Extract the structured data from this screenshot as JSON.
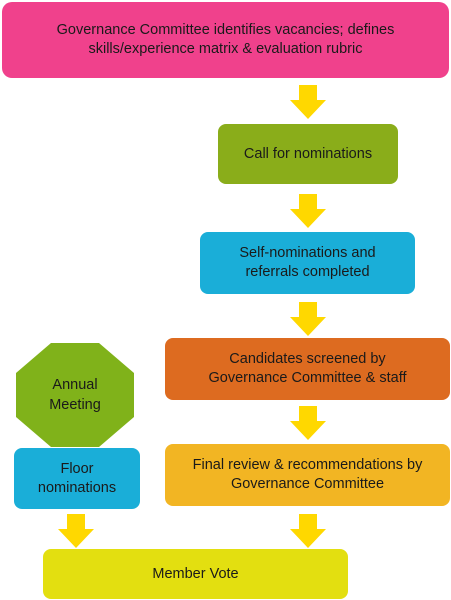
{
  "steps": {
    "governance": "Governance Committee identifies vacancies; defines\nskills/experience matrix & evaluation rubric",
    "call": "Call for nominations",
    "self_nominations": "Self-nominations and\nreferrals completed",
    "screened": "Candidates screened by\nGovernance Committee & staff",
    "final_review": "Final review & recommendations by\nGovernance Committee",
    "annual_meeting": "Annual\nMeeting",
    "floor_nominations": "Floor\nnominations",
    "member_vote": "Member Vote"
  },
  "colors": {
    "governance": "#f0418c",
    "call": "#8aad1a",
    "self_nominations": "#1aaed8",
    "screened": "#dd6b20",
    "final_review": "#f2b523",
    "annual_meeting": "#80b21a",
    "floor_nominations": "#1aaed8",
    "member_vote": "#e3df10",
    "arrow": "#ffd800"
  }
}
